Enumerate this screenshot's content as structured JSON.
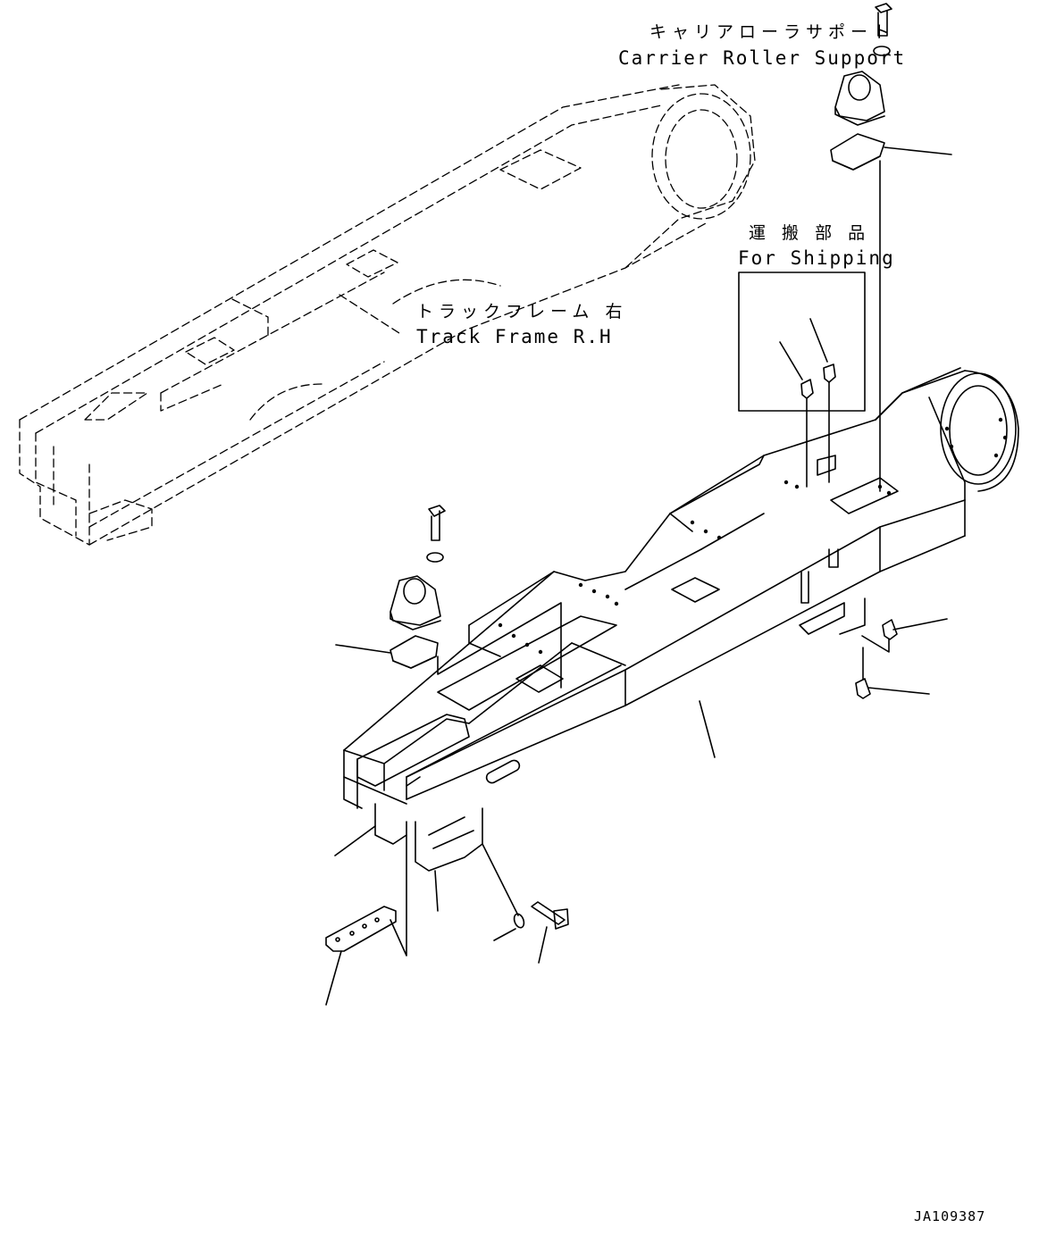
{
  "labels": {
    "carrier_roller_support_jp": "キャリアローラサポート",
    "carrier_roller_support_en": "Carrier Roller Support",
    "for_shipping_jp": "運 搬 部 品",
    "for_shipping_en": "For Shipping",
    "track_frame_jp": "トラックフレーム 右",
    "track_frame_en": "Track Frame R.H",
    "drawing_code": "JA109387"
  }
}
